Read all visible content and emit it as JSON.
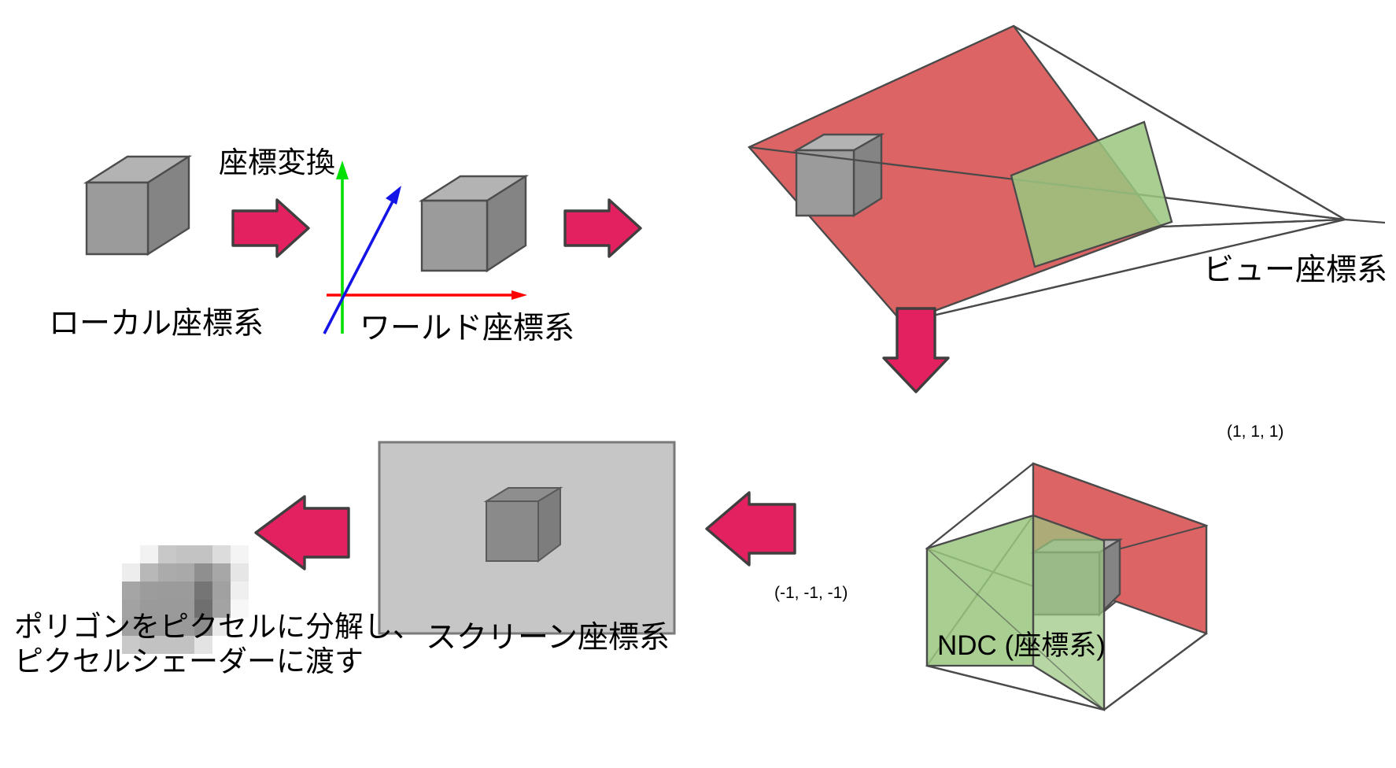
{
  "diagram": {
    "title_semantics": "3D graphics coordinate transformation pipeline",
    "labels": {
      "local": "ローカル座標系",
      "transform": "座標変換",
      "world": "ワールド座標系",
      "view": "ビュー座標系",
      "ndc": "NDC (座標系)",
      "screen": "スクリーン座標系",
      "raster_line1": "ポリゴンをピクセルに分解し、",
      "raster_line2": "ピクセルシェーダーに渡す",
      "ndc_max": "(1, 1, 1)",
      "ndc_min": "(-1, -1, -1)"
    },
    "axes": {
      "y_axis_color": "#00e000",
      "x_axis_color": "#ff0000",
      "z_axis_color": "#1414e6"
    },
    "colors": {
      "arrow_pink": "#e32060",
      "arrow_outline": "#3f3f3f",
      "cube_top": "#b3b3b3",
      "cube_front": "#9b9b9b",
      "cube_side": "#848484",
      "cube_outline": "#4d4d4d",
      "far_plane_red": "#dd6464",
      "near_plane_green": "#9ac77f",
      "frustum_line": "#4a4a4a",
      "screen_fill": "#c6c6c6",
      "screen_outline": "#7a7a7a",
      "background": "#ffffff"
    },
    "stages": [
      {
        "id": "local",
        "label": "ローカル座標系"
      },
      {
        "id": "world",
        "label": "ワールド座標系"
      },
      {
        "id": "view",
        "label": "ビュー座標系"
      },
      {
        "id": "ndc",
        "label": "NDC (座標系)"
      },
      {
        "id": "screen",
        "label": "スクリーン座標系"
      },
      {
        "id": "raster",
        "label": "ポリゴンをピクセルに分解し、ピクセルシェーダーに渡す"
      }
    ],
    "arrows": [
      {
        "id": "arrow-local-to-world",
        "direction": "right"
      },
      {
        "id": "arrow-world-to-view",
        "direction": "right"
      },
      {
        "id": "arrow-view-to-ndc",
        "direction": "down"
      },
      {
        "id": "arrow-ndc-to-screen",
        "direction": "left"
      },
      {
        "id": "arrow-screen-to-raster",
        "direction": "left"
      }
    ]
  }
}
